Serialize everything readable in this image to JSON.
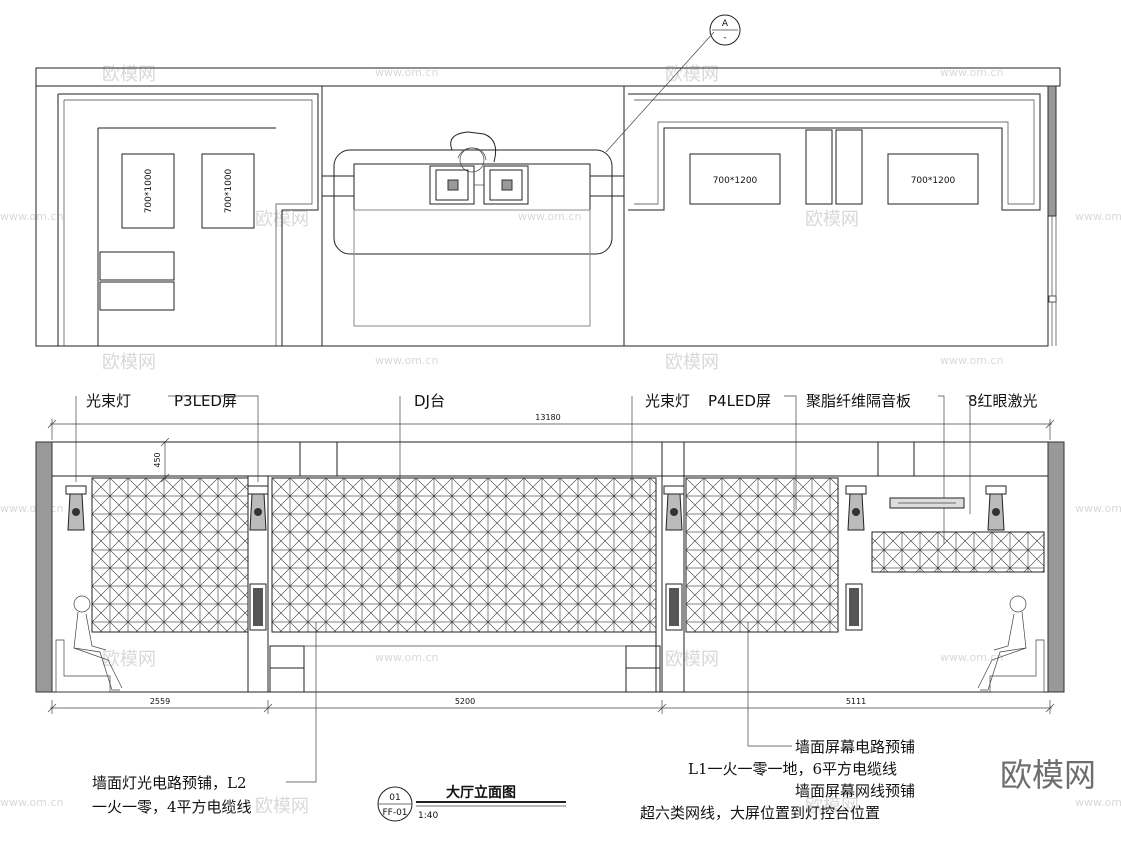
{
  "plan": {
    "section_marker": {
      "top": "A",
      "bottom": "-"
    },
    "screen_left_1": "700*1000",
    "screen_left_2": "700*1000",
    "screen_right_1": "700*1200",
    "screen_right_2": "700*1200"
  },
  "elevation": {
    "labels": {
      "beam_light_left": "光束灯",
      "p3_led": "P3LED屏",
      "dj_booth": "DJ台",
      "beam_light_right": "光束灯",
      "p4_led": "P4LED屏",
      "acoustic_panel": "聚脂纤维隔音板",
      "laser": "8红眼激光"
    },
    "dimensions": {
      "total": "13180",
      "height": "450",
      "seg1": "2559",
      "seg2": "5200",
      "seg3": "5111"
    }
  },
  "notes": {
    "left_line1": "墙面灯光电路预铺，L2",
    "left_line2": "一火一零，4平方电缆线",
    "right_line1": "墙面屏幕电路预铺",
    "right_line2": "L1一火一零一地，6平方电缆线",
    "right_line3": "墙面屏幕网线预铺",
    "right_line4": "超六类网线，大屏位置到灯控台位置"
  },
  "title_block": {
    "number": "01",
    "sheet": "FF-01",
    "title": "大厅立面图",
    "scale": "1:40"
  },
  "watermark": {
    "brand": "欧模网",
    "url": "www.om.cn"
  }
}
